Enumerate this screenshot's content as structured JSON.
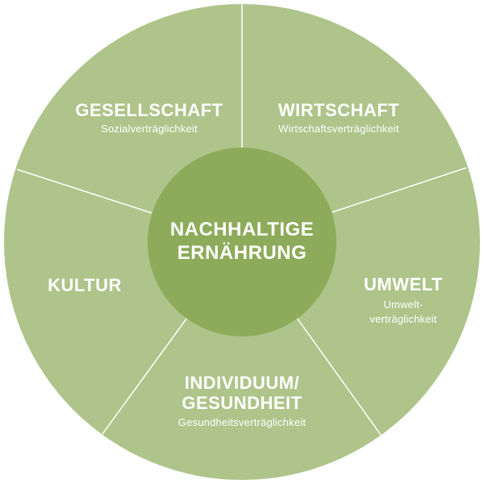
{
  "colors": {
    "outer_ring": "#aec48a",
    "center_circle": "#8dab5a",
    "divider": "#ffffff",
    "text": "#ffffff"
  },
  "center": {
    "title_line1": "NACHHALTIGE",
    "title_line2": "ERNÄHRUNG"
  },
  "segments": {
    "gesellschaft": {
      "title": "GESELLSCHAFT",
      "subtitle": "Sozialverträglichkeit"
    },
    "wirtschaft": {
      "title": "WIRTSCHAFT",
      "subtitle": "Wirtschaftsverträglichkeit"
    },
    "umwelt": {
      "title": "UMWELT",
      "subtitle_line1": "Umwelt-",
      "subtitle_line2": "verträglichkeit"
    },
    "individuum": {
      "title_line1": "INDIVIDUUM/",
      "title_line2": "GESUNDHEIT",
      "subtitle": "Gesundheitsverträglichkeit"
    },
    "kultur": {
      "title": "KULTUR"
    }
  }
}
